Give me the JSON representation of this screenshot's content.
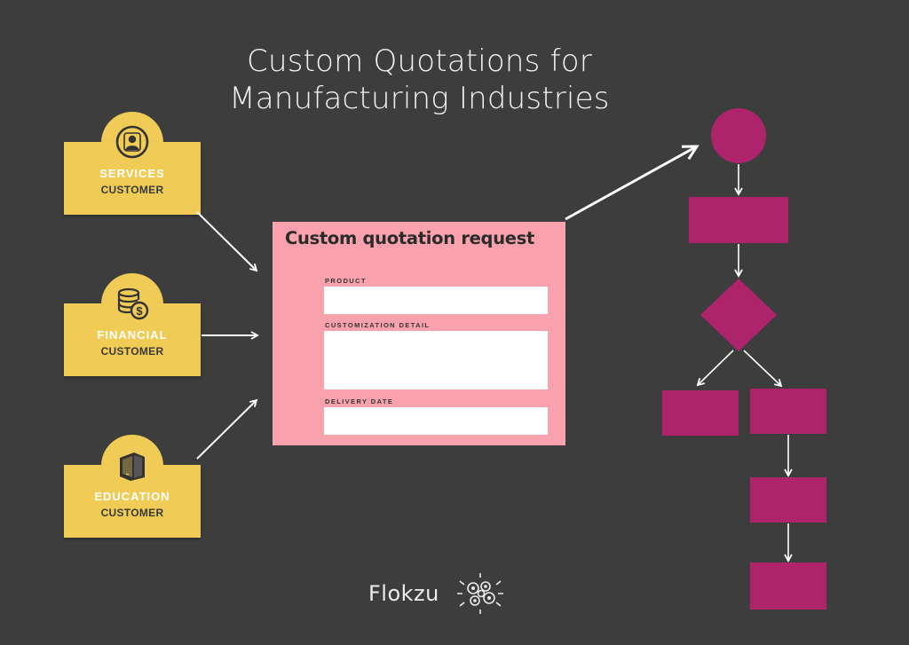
{
  "title": {
    "line1": "Custom Quotations for",
    "line2": "Manufacturing Industries"
  },
  "customers": [
    {
      "label": "SERVICES",
      "sublabel": "CUSTOMER",
      "icon": "person-icon"
    },
    {
      "label": "FINANCIAL",
      "sublabel": "CUSTOMER",
      "icon": "coins-dollar-icon"
    },
    {
      "label": "EDUCATION",
      "sublabel": "CUSTOMER",
      "icon": "books-icon"
    }
  ],
  "form": {
    "title": "Custom quotation request",
    "fields": [
      {
        "label": "PRODUCT",
        "value": ""
      },
      {
        "label": "CUSTOMIZATION DETAIL",
        "value": ""
      },
      {
        "label": "DELIVERY DATE",
        "value": ""
      }
    ]
  },
  "flowchart": {
    "nodes": [
      "start-circle",
      "task-1",
      "decision",
      "task-left",
      "task-right",
      "task-2",
      "task-3"
    ]
  },
  "brand": {
    "name": "Flokzu",
    "icon": "gears-brain-icon"
  },
  "colors": {
    "background": "#3d3d3d",
    "customer_card": "#f0cb55",
    "form_background": "#f9a2ad",
    "flow_shape": "#ad246b",
    "arrow": "#ffffff"
  }
}
